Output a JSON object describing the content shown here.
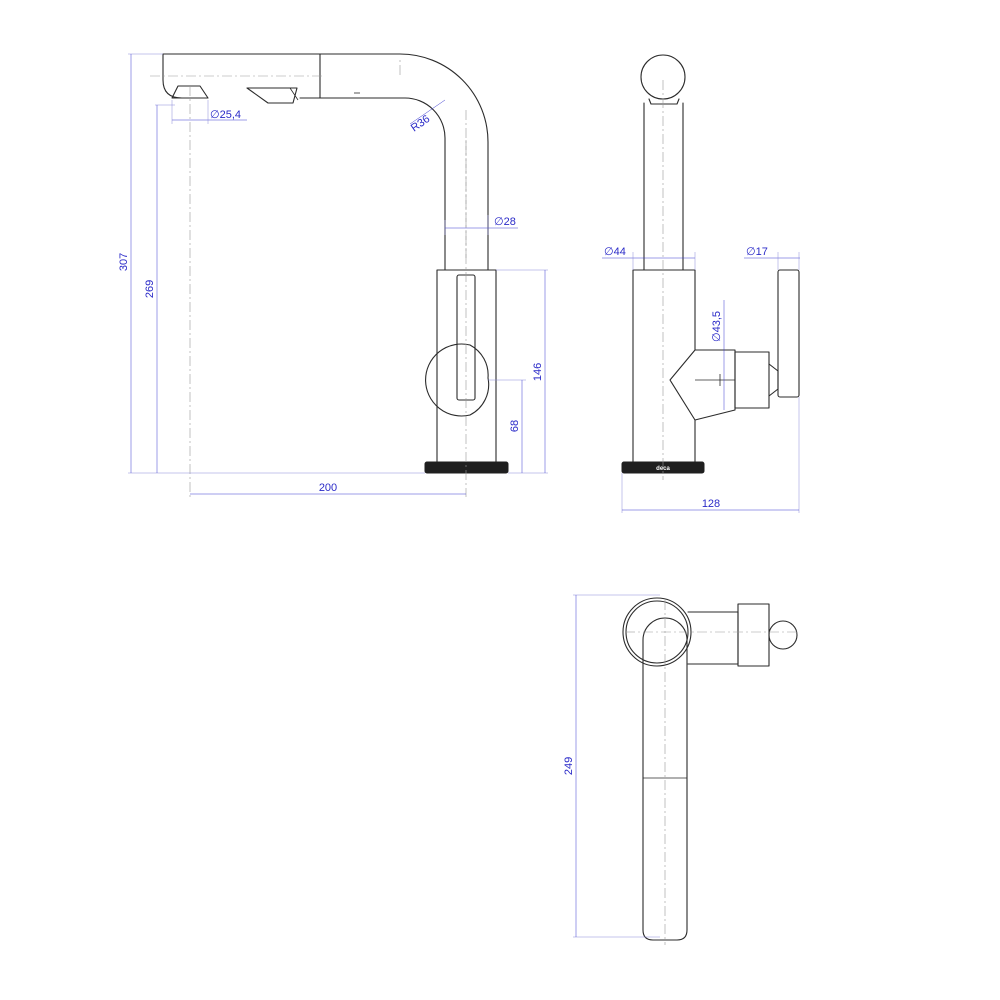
{
  "drawing": {
    "views": [
      "front-view",
      "side-view",
      "top-view"
    ],
    "dimensions": {
      "front": {
        "total_height": "307",
        "spout_height": "269",
        "body_height": "146",
        "lever_axis_height": "68",
        "spout_reach": "200",
        "aerator_diameter": "25,4",
        "bend_radius": "R36",
        "spout_diameter": "28"
      },
      "side": {
        "body_diameter": "44",
        "handle_diameter": "17",
        "cartridge_diameter": "43,5",
        "overall_depth": "128"
      },
      "top": {
        "handle_length": "249"
      }
    },
    "brand_mark": "deca",
    "colors": {
      "outline": "#2b2b2b",
      "dimension": "#2a2ac8",
      "centerline": "#9a9a9a"
    }
  }
}
